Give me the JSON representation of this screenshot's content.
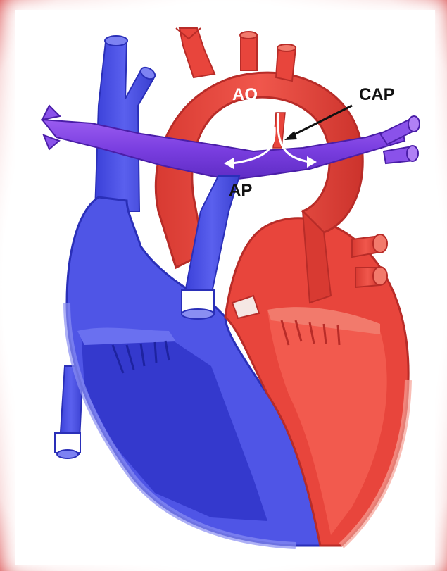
{
  "labels": {
    "aorta": "AO",
    "ductus": "CAP",
    "pulmonary_artery": "AP"
  },
  "colors": {
    "frame_red": "#d94a4a",
    "oxygenated": "#e8453c",
    "oxygenated_dark": "#b82c28",
    "oxygenated_light": "#f27a6c",
    "deoxygenated": "#4f55e6",
    "deoxygenated_dark": "#2a2fb8",
    "deoxygenated_light": "#8a8ef2",
    "pulmonary_purple": "#7a3ee0",
    "flow_arrow": "#ffffff",
    "label_dark": "#111111",
    "label_light": "#ffffff"
  }
}
